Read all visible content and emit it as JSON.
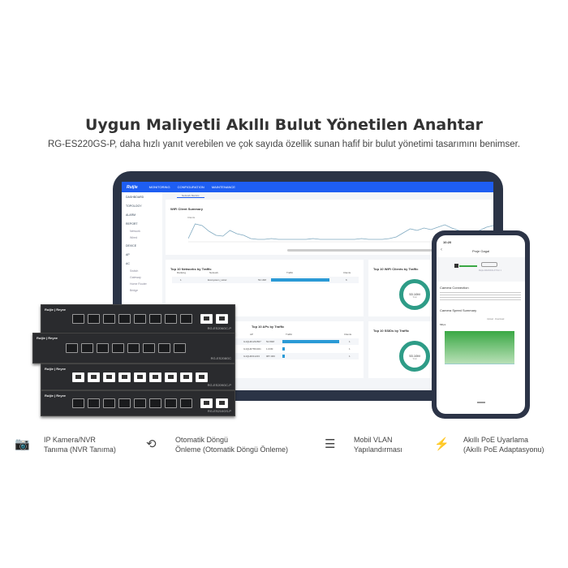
{
  "header": {
    "title": "Uygun Maliyetli Akıllı Bulut Yönetilen Anahtar",
    "subtitle": "RG-ES220GS-P, daha hızlı yanıt verebilen ve çok sayıda özellik sunan hafif bir bulut yönetimi tasarımını benimser."
  },
  "tablet": {
    "logo": "Ruijie",
    "nav": [
      "MONITORING",
      "CONFIGURATION",
      "MAINTENANCE"
    ],
    "tab": "Network Metrics",
    "sidebar": [
      "DASHBOARD",
      "TOPOLOGY",
      "ALARM",
      "REPORT",
      "Network",
      "Wired",
      "DEVICE",
      "AP",
      "AC",
      "Switch",
      "Gateway",
      "Home Router",
      "Bridge"
    ],
    "wifi_summary": {
      "title": "WiFi Client Summary",
      "ylabel": "Clients"
    },
    "top_networks": {
      "title": "Top 10 Networks by Traffic",
      "columns": [
        "Ranking",
        "Network",
        "Traffic",
        "Clients"
      ],
      "rows": [
        {
          "rank": "1",
          "network": "Ecosystem_Hotel",
          "traffic": "53.10M",
          "clients": "6",
          "fill": 0.7
        }
      ]
    },
    "top_clients": {
      "title": "Top 10 WiFi Clients by Traffic",
      "total": "53.10M",
      "total_label": "Total"
    },
    "top_ap": {
      "title": "Top 10 APs by Traffic",
      "columns": [
        "AP",
        "Traffic",
        "Clients"
      ],
      "rows": [
        {
          "ap": "G1QH01234567",
          "traffic": "52.80M",
          "clients": "1",
          "fill": 0.68
        },
        {
          "ap": "G1QH07654321",
          "traffic": "1.03M",
          "clients": "1",
          "fill": 0.01
        },
        {
          "ap": "G1QH0011223",
          "traffic": "987.00K",
          "clients": "1",
          "fill": 0.01
        }
      ]
    },
    "top_ssids": {
      "title": "Top 10 SSIDs by Traffic",
      "total": "53.10M",
      "total_label": "Total"
    }
  },
  "phone": {
    "time": "10:20",
    "title": "Proje Gagal",
    "device": "Ruijie ES220GS-P Port 1",
    "connection_title": "Camera Connection",
    "speed_title": "Camera Speed Summary",
    "legend": [
      "Upload",
      "Download"
    ],
    "unit": "Mbps",
    "accent": "#3aa845"
  },
  "switches": [
    {
      "brand": "Ruijie | Reyee",
      "model": "RG-ES206GC-P"
    },
    {
      "brand": "Ruijie | Reyee",
      "model": "RG-ES208GC"
    },
    {
      "brand": "Ruijie | Reyee",
      "model": "RG-ES209GC-P"
    },
    {
      "brand": "Ruijie | Reyee",
      "model": "RG-ES210GS-P"
    }
  ],
  "features": [
    {
      "icon": "camera-icon",
      "line1": "IP Kamera/NVR",
      "line2": "Tanıma (NVR Tanıma)"
    },
    {
      "icon": "loop-prevention-icon",
      "line1": "Otomatik Döngü",
      "line2": "Önleme (Otomatik Döngü Önleme)"
    },
    {
      "icon": "vlan-icon",
      "line1": "Mobil VLAN",
      "line2": "Yapılandırması"
    },
    {
      "icon": "poe-icon",
      "line1": "Akıllı PoE Uyarlama",
      "line2": "(Akıllı PoE Adaptasyonu)"
    }
  ]
}
